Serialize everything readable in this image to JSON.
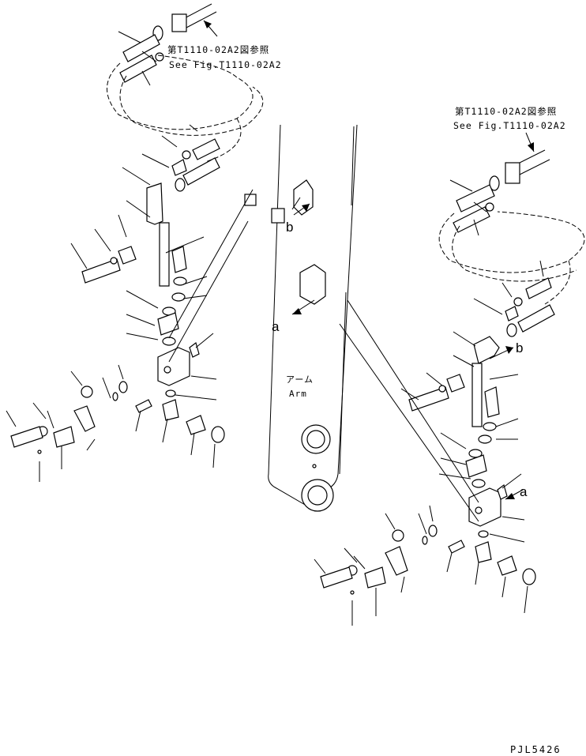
{
  "references": {
    "left_jp": "第T1110-02A2図参照",
    "left_en": "See Fig.T1110-02A2",
    "right_jp": "第T1110-02A2図参照",
    "right_en": "See Fig.T1110-02A2"
  },
  "markers": {
    "b_center": "b",
    "a_center": "a",
    "b_right": "b",
    "a_right": "a"
  },
  "arm_label": {
    "jp": "アーム",
    "en": "Arm"
  },
  "drawing_code": "PJL5426"
}
